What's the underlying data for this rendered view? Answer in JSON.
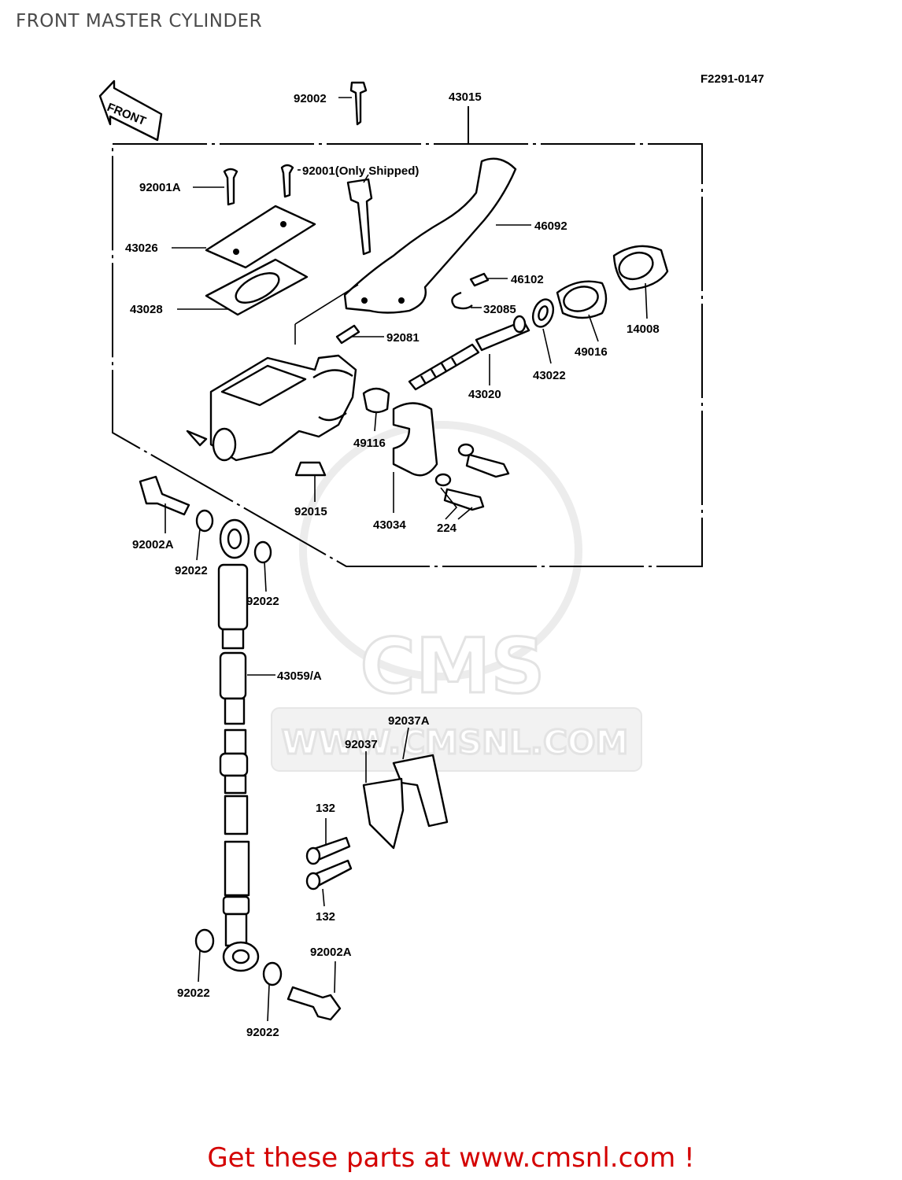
{
  "title": "FRONT MASTER CYLINDER",
  "diagram_code": "F2291-0147",
  "front_arrow_label": "FRONT",
  "watermark": {
    "logo": "CMS",
    "url": "WWW.CMSNL.COM"
  },
  "promo_text": "Get these parts at www.cmsnl.com !",
  "parts": {
    "p92002": "92002",
    "p43015": "43015",
    "p92001": "92001(Only Shipped)",
    "p92001A": "92001A",
    "p46092": "46092",
    "p43026": "43026",
    "p46102": "46102",
    "p32085": "32085",
    "p43028": "43028",
    "p14008": "14008",
    "p49016": "49016",
    "p92081": "92081",
    "p43022": "43022",
    "p43020": "43020",
    "p49116": "49116",
    "p92015": "92015",
    "p43034": "43034",
    "p224": "224",
    "p92002A_top": "92002A",
    "p92022_a": "92022",
    "p92022_b": "92022",
    "p43059A": "43059/A",
    "p92037A": "92037A",
    "p92037": "92037",
    "p132_top": "132",
    "p132_bottom": "132",
    "p92002A_bottom": "92002A",
    "p92022_c": "92022",
    "p92022_d": "92022"
  }
}
